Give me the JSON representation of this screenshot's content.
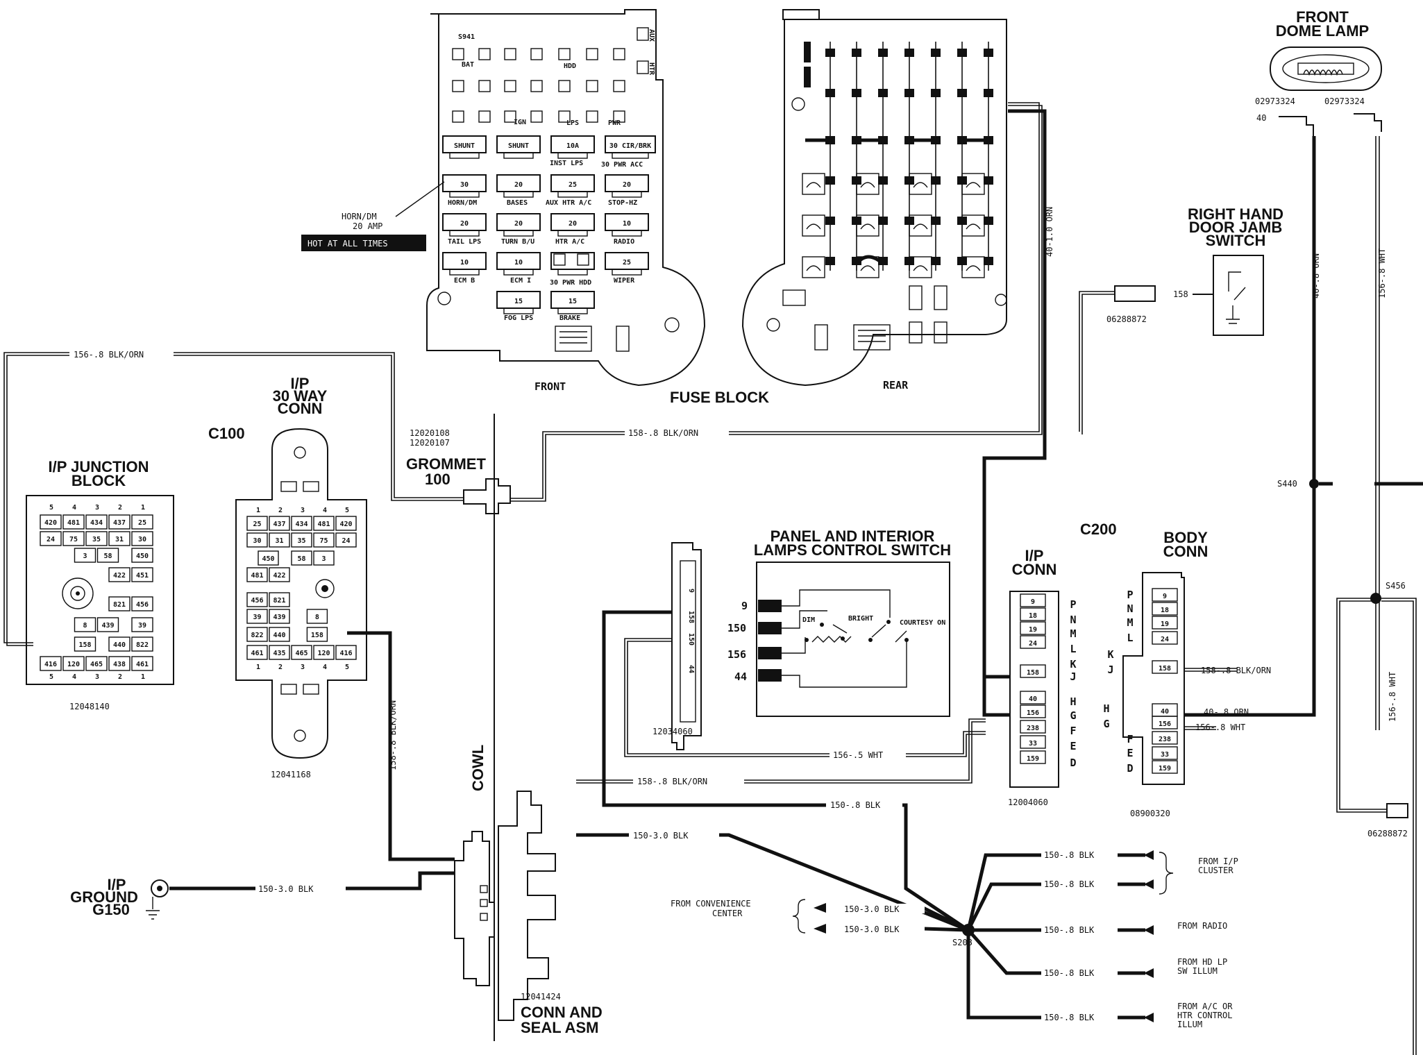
{
  "components": {
    "front_dome_lamp": [
      "FRONT",
      "DOME LAMP"
    ],
    "front_dome_lamp_parts": [
      "02973324",
      "02973324"
    ],
    "right_door_jamb_switch": [
      "RIGHT HAND",
      "DOOR JAMB",
      "SWITCH"
    ],
    "right_door_jamb_part": "06288872",
    "fuse_block": "FUSE BLOCK",
    "fuse_front": "FRONT",
    "fuse_rear": "REAR",
    "ip_junction_block": [
      "I/P JUNCTION",
      "BLOCK"
    ],
    "ip_junction_part": "12048140",
    "ip_30way": [
      "I/P",
      "30 WAY",
      "CONN"
    ],
    "ip_30way_part": "12041168",
    "c100": "C100",
    "c200": "C200",
    "grommet": [
      "GROMMET",
      "100"
    ],
    "grommet_parts": [
      "12020108",
      "12020107"
    ],
    "panel_switch": [
      "PANEL AND INTERIOR",
      "LAMPS CONTROL SWITCH"
    ],
    "panel_switch_part": "12034060",
    "ip_conn": [
      "I/P",
      "CONN"
    ],
    "ip_conn_part": "12004060",
    "body_conn": [
      "BODY",
      "CONN"
    ],
    "body_conn_part": "08900320",
    "cowl": "COWL",
    "conn_seal": [
      "CONN AND",
      "SEAL ASM"
    ],
    "conn_seal_part": "12041424",
    "ip_ground": [
      "I/P",
      "GROUND",
      "G150"
    ],
    "right_edge_part": "06288872"
  },
  "fuse_callout": {
    "label": [
      "HORN/DM",
      "20 AMP"
    ],
    "hot": "HOT AT ALL TIMES"
  },
  "fuse_front": {
    "top": [
      "S941",
      "BAT",
      "HDD",
      "IGN",
      "LPS",
      "PWR",
      "AUX",
      "HTR"
    ],
    "rows": [
      [
        "SHUNT",
        "SHUNT",
        "10A",
        "30 CIR/BRK"
      ],
      [
        "30",
        "20",
        "25",
        "20"
      ],
      [
        "20",
        "20",
        "20",
        "10"
      ],
      [
        "10",
        "10",
        "",
        "25"
      ],
      [
        "15",
        "15"
      ]
    ],
    "labels": [
      "INST LPS",
      "30 PWR ACC",
      "HORN/DM",
      "BASES",
      "AUX HTR A/C",
      "STOP-HZ",
      "TAIL LPS",
      "TURN B/U",
      "HTR A/C",
      "RADIO",
      "ECM B",
      "ECM I",
      "30 PWR HDD",
      "WIPER",
      "FOG LPS",
      "BRAKE"
    ]
  },
  "splices": [
    "S440",
    "S456",
    "S208"
  ],
  "wires": {
    "w156_blk_orn": "156-.8 BLK/ORN",
    "w158_blk_orn": "158-.8 BLK/ORN",
    "w158_blk_orn_v": "158-.8 BLK/ORN",
    "w40_1_orn": "40-1.0 ORN",
    "w40_8_orn": "40-.8 ORN",
    "w156_8_wht": "156-.8 WHT",
    "w40_8_orn_h": "40-.8 ORN",
    "w156_8_wht_h": "156-.8 WHT",
    "w156_5_wht": "156-.5 WHT",
    "w158_pan": "158-.8 BLK/ORN",
    "w150_8_blk": "150-.8 BLK",
    "w150_3_blk": "150-3.0 BLK",
    "w150_3_ground": "150-3.0 BLK",
    "w158_body": "158-.8 BLK/ORN",
    "w156_8_wht_r": "156-.8 WHT"
  },
  "switch_pins": [
    "9",
    "150",
    "156",
    "44"
  ],
  "switch_states": [
    "DIM",
    "BRIGHT",
    "COURTESY ON"
  ],
  "panel_conn_pins": [
    "9",
    "158",
    "150",
    "44"
  ],
  "jamb_pin": "158",
  "dome_pin": "40",
  "ip_junction": {
    "top": [
      "5",
      "4",
      "3",
      "2",
      "1"
    ],
    "bottom": [
      "5",
      "4",
      "3",
      "2",
      "1"
    ],
    "cells": [
      "420",
      "481",
      "434",
      "437",
      "25",
      "24",
      "75",
      "35",
      "31",
      "30",
      "3",
      "58",
      "450",
      "422",
      "451",
      "821",
      "456",
      "8",
      "439",
      "39",
      "158",
      "440",
      "822",
      "416",
      "120",
      "465",
      "438",
      "461"
    ]
  },
  "ip30": {
    "top": [
      "1",
      "2",
      "3",
      "4",
      "5"
    ],
    "bottom": [
      "1",
      "2",
      "3",
      "4",
      "5"
    ],
    "cells": [
      "25",
      "437",
      "434",
      "481",
      "420",
      "30",
      "31",
      "35",
      "75",
      "24",
      "450",
      "58",
      "3",
      "481",
      "422",
      "456",
      "821",
      "39",
      "439",
      "8",
      "822",
      "440",
      "158",
      "461",
      "435",
      "465",
      "120",
      "416"
    ]
  },
  "ip_conn_letters": [
    "P",
    "N",
    "M",
    "L",
    "K",
    "J",
    "H",
    "G",
    "F",
    "E",
    "D"
  ],
  "ip_conn_cells": [
    "9",
    "18",
    "19",
    "24",
    "158",
    "40",
    "156",
    "238",
    "33",
    "159"
  ],
  "body_letters_left": [
    "P",
    "N",
    "M",
    "L",
    "K",
    "J",
    "H",
    "G",
    "F",
    "E",
    "D"
  ],
  "body_cells": [
    "9",
    "18",
    "19",
    "24",
    "158",
    "40",
    "156",
    "238",
    "33",
    "159"
  ],
  "s208_branches": [
    {
      "wire": "150-.8 BLK",
      "dest": ""
    },
    {
      "wire": "150-.8 BLK",
      "dest": ""
    },
    {
      "wire": "150-.8 BLK",
      "dest": "FROM RADIO"
    },
    {
      "wire": "150-.8 BLK",
      "dest": "FROM HD LP SW ILLUM"
    },
    {
      "wire": "150-.8 BLK",
      "dest": "FROM A/C OR HTR CONTROL ILLUM"
    }
  ],
  "from_ip_cluster": [
    "FROM I/P",
    "CLUSTER"
  ],
  "from_convenience": [
    "FROM CONVENIENCE",
    "CENTER"
  ],
  "convenience_wires": [
    "150-3.0 BLK",
    "150-3.0 BLK"
  ]
}
